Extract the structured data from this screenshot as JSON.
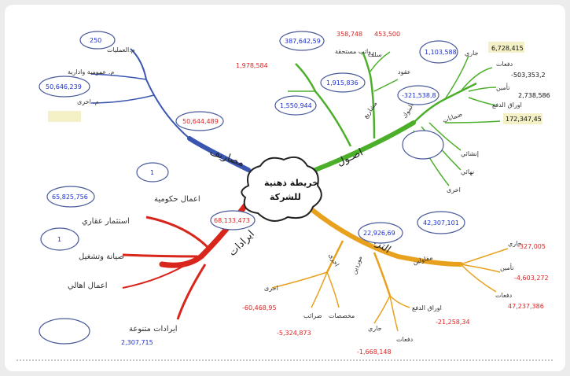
{
  "center": {
    "line1": "خريطة ذهنية",
    "line2": "للشركة"
  },
  "branches": {
    "assets": {
      "label": "اصـول",
      "color": "#4caf2a",
      "sub": {
        "contracting": "عقود",
        "projects": "مشاريع",
        "guarantees": "ضمانات",
        "banks": "البنوك",
        "salaries": "رواتب مستحقة",
        "advances": "سلف",
        "payments": "دفعات",
        "insurance": "تأمين",
        "papers": "اوراق الدفع",
        "construction": "إنشائي",
        "final": "نهائي",
        "other": "اخرى",
        "current": "جاري",
        "general": "جاري"
      },
      "values": {
        "v1": "387,642,59",
        "v2": "1,978,584",
        "v3": "358,748",
        "v4": "453,500",
        "v5": "1,915,836",
        "v6": "1,550,944",
        "v7": "-321,538,8",
        "v8": "1,103,588",
        "v9": "6,728,415",
        "v10": "-503,353,2",
        "v11": "2,738,586",
        "v12": "172,347,45"
      }
    },
    "expenses": {
      "label": "مصاريف",
      "color": "#3a56b0",
      "sub": {
        "ops": "م.العمليات",
        "admin": "م. عمومية وادارية",
        "other": "م. اخرى"
      },
      "values": {
        "v1": "250",
        "v2": "50,646,239",
        "v3": "50,644,489"
      }
    },
    "revenues": {
      "label": "ايرادات",
      "color": "#d9261c",
      "sub": {
        "gov": "اعمال حكومية",
        "realestate": "استثمار عقاري",
        "maintenance": "صيانة وتشغيل",
        "private": "اعمال اهالي",
        "misc": "ايرادات متنوعة"
      },
      "values": {
        "v1": "1",
        "v2": "65,825,756",
        "v3": "1",
        "v4": "68,133,473",
        "v5": "2,307,715"
      }
    },
    "liabilities": {
      "label": "التزامات",
      "color": "#e8a11c",
      "sub": {
        "other": "اخرى",
        "suppliers": "موردين",
        "contractors": "مقاولين",
        "current": "جاري",
        "insurance": "تأمين",
        "payments": "دفعات",
        "papers": "اوراق الدفع",
        "other2": "اخرى",
        "debtors": "مقاولين",
        "allocations": "مخصصات",
        "taxes": "ضرائب",
        "current2": "جاري",
        "payments2": "دفعات"
      },
      "values": {
        "v1": "22,926,69",
        "v2": "42,307,101",
        "v3": "-327,005",
        "v4": "-4,603,272",
        "v5": "47,237,386",
        "v6": "-21,258,34",
        "v7": "-60,468,95",
        "v8": "-5,324,873",
        "v9": "-1,668,148"
      }
    }
  }
}
